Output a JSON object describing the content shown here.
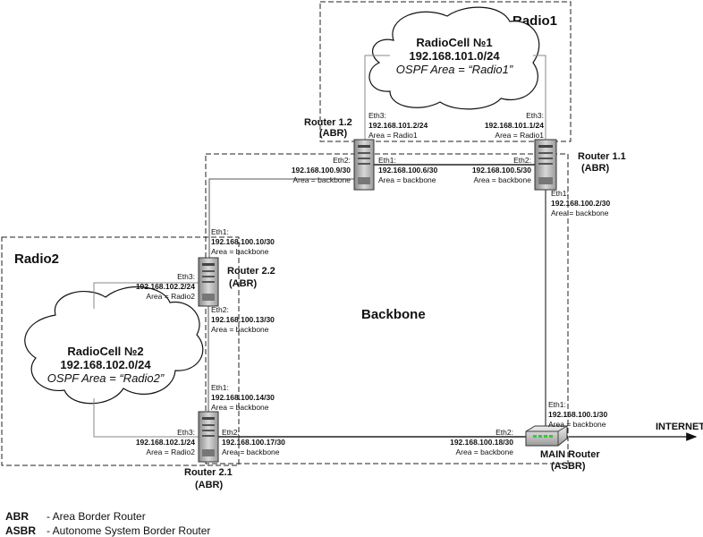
{
  "areas": {
    "radio1": "Radio1",
    "radio2": "Radio2",
    "backbone": "Backbone"
  },
  "cells": {
    "cell1": {
      "name": "RadioCell №1",
      "net": "192.168.101.0/24",
      "ospf": "OSPF Area = “Radio1”"
    },
    "cell2": {
      "name": "RadioCell №2",
      "net": "192.168.102.0/24",
      "ospf": "OSPF Area = “Radio2”"
    }
  },
  "routers": {
    "r12": {
      "name": "Router 1.2",
      "role": "(ABR)"
    },
    "r11": {
      "name": "Router 1.1",
      "role": "(ABR)"
    },
    "r22": {
      "name": "Router 2.2",
      "role": "(ABR)"
    },
    "r21": {
      "name": "Router 2.1",
      "role": "(ABR)"
    },
    "main": {
      "name": "MAIN Router",
      "role": "(ASBR)"
    }
  },
  "interfaces": {
    "r12_eth3": {
      "eth": "Eth3:",
      "ip": "192.168.101.2/24",
      "area": "Area = Radio1"
    },
    "r11_eth3": {
      "eth": "Eth3:",
      "ip": "192.168.101.1/24",
      "area": "Area = Radio1"
    },
    "r12_eth2": {
      "eth": "Eth2:",
      "ip": "192.168.100.9/30",
      "area": "Area = backbone"
    },
    "r12_eth1": {
      "eth": "Eth1:",
      "ip": "192.168.100.6/30",
      "area": "Area = backbone"
    },
    "r11_eth2": {
      "eth": "Eth2:",
      "ip": "192.168.100.5/30",
      "area": "Area = backbone"
    },
    "r11_eth1": {
      "eth": "Eth1:",
      "ip": "192.168.100.2/30",
      "area": "Area = backbone"
    },
    "r22_eth1": {
      "eth": "Eth1:",
      "ip": "192.168.100.10/30",
      "area": "Area = backbone"
    },
    "r22_eth3": {
      "eth": "Eth3:",
      "ip": "192.168.102.2/24",
      "area": "Area = Radio2"
    },
    "r22_eth2": {
      "eth": "Eth2:",
      "ip": "192.168.100.13/30",
      "area": "Area = backbone"
    },
    "r21_eth1": {
      "eth": "Eth1:",
      "ip": "192.168.100.14/30",
      "area": "Area = backbone"
    },
    "r21_eth3": {
      "eth": "Eth3:",
      "ip": "192.168.102.1/24",
      "area": "Area = Radio2"
    },
    "r21_eth2": {
      "eth": "Eth2:",
      "ip": "192.168.100.17/30",
      "area": "Area = backbone"
    },
    "main_eth2": {
      "eth": "Eth2:",
      "ip": "192.168.100.18/30",
      "area": "Area = backbone"
    },
    "main_eth1": {
      "eth": "Eth1:",
      "ip": "192.168.100.1/30",
      "area": "Area = backbone"
    }
  },
  "internet": "INTERNET",
  "legend": [
    {
      "abbr": "ABR",
      "desc": "- Area Border Router"
    },
    {
      "abbr": "ASBR",
      "desc": "- Autonome System Border Router"
    }
  ]
}
